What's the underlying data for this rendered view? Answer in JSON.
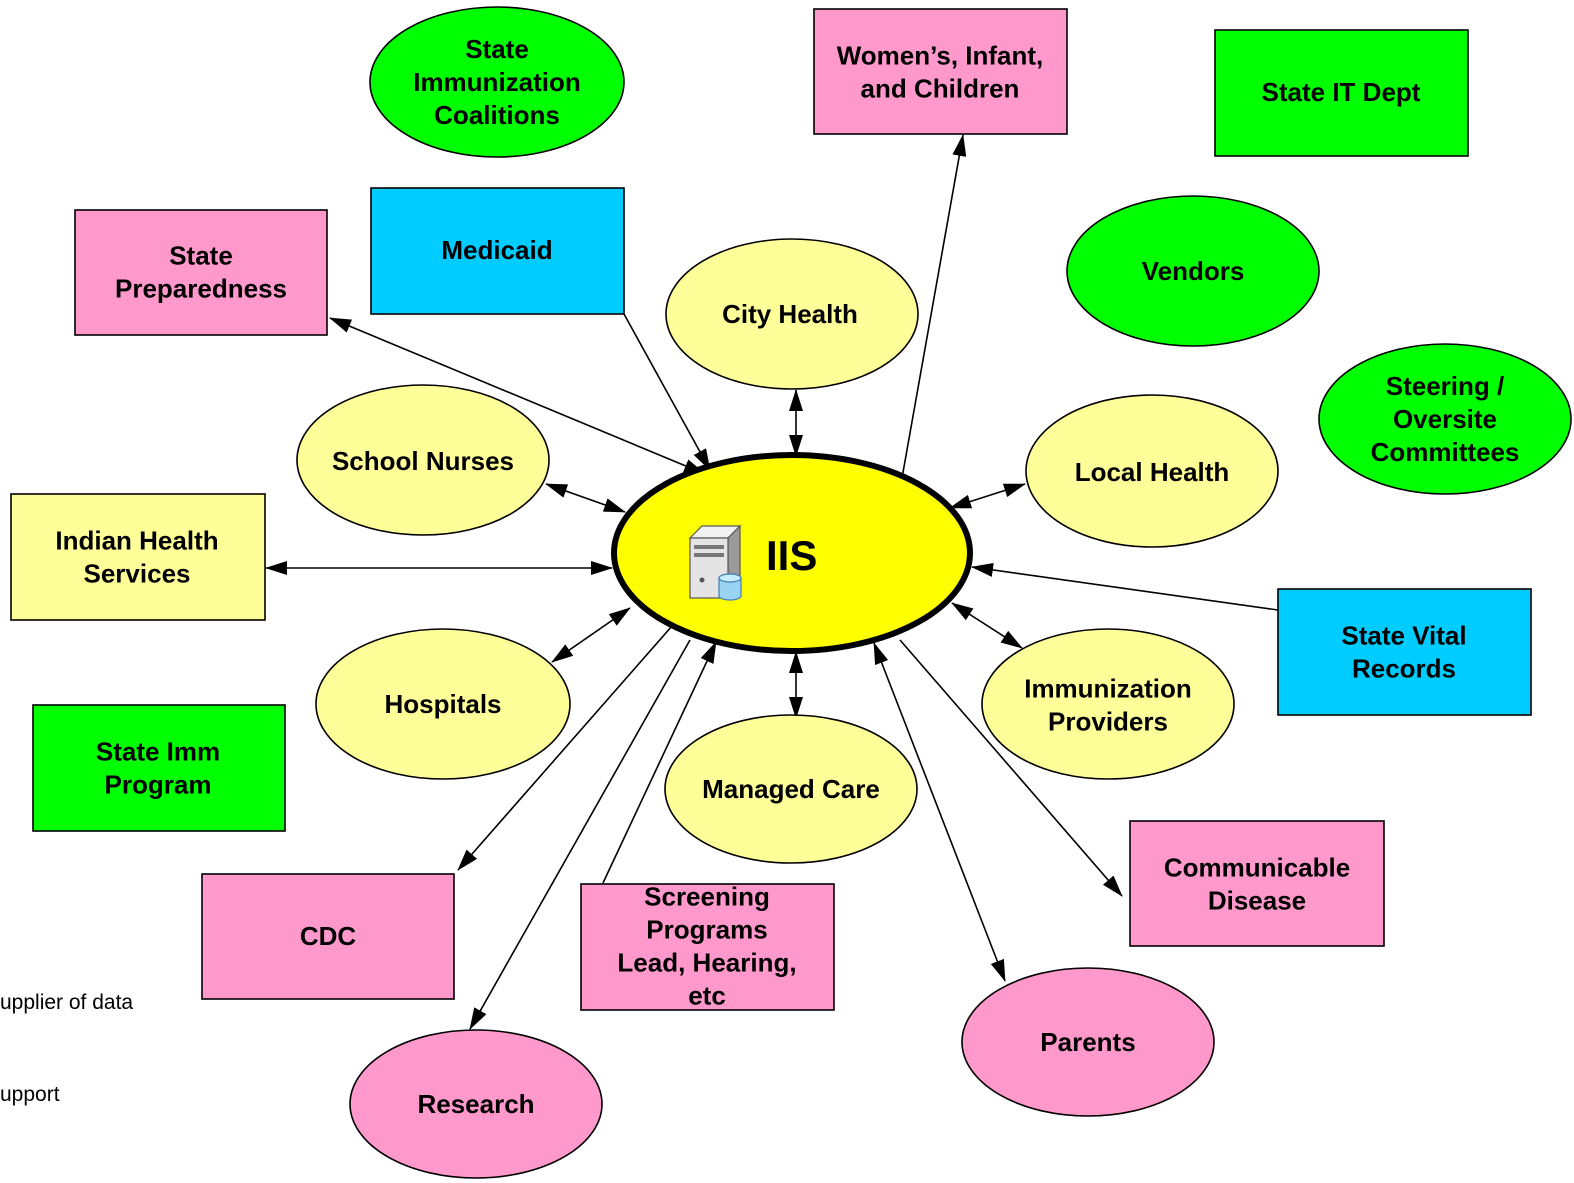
{
  "colors": {
    "pink": "#ff99cc",
    "blue": "#00ccff",
    "green": "#00ff00",
    "pale_yellow": "#ffff99",
    "hub_yellow": "#ffff00",
    "line": "#000000"
  },
  "hub": {
    "label": "IIS",
    "icon": "server-database-icon"
  },
  "nodes": {
    "state_immunization_coalitions": {
      "lines": [
        "State",
        "Immunization",
        "Coalitions"
      ]
    },
    "wic": {
      "lines": [
        "Women’s, Infant,",
        "and Children"
      ]
    },
    "state_it_dept": {
      "lines": [
        "State IT Dept"
      ]
    },
    "state_preparedness": {
      "lines": [
        "State",
        "Preparedness"
      ]
    },
    "medicaid": {
      "lines": [
        "Medicaid"
      ]
    },
    "city_health": {
      "lines": [
        "City Health"
      ]
    },
    "vendors": {
      "lines": [
        "Vendors"
      ]
    },
    "steering": {
      "lines": [
        "Steering /",
        "Oversite",
        "Committees"
      ]
    },
    "school_nurses": {
      "lines": [
        "School Nurses"
      ]
    },
    "local_health": {
      "lines": [
        "Local Health"
      ]
    },
    "indian_health": {
      "lines": [
        "Indian Health",
        "Services"
      ]
    },
    "state_vital_records": {
      "lines": [
        "State Vital",
        "Records"
      ]
    },
    "hospitals": {
      "lines": [
        "Hospitals"
      ]
    },
    "immunization_providers": {
      "lines": [
        "Immunization",
        "Providers"
      ]
    },
    "state_imm_program": {
      "lines": [
        "State Imm",
        "Program"
      ]
    },
    "managed_care": {
      "lines": [
        "Managed Care"
      ]
    },
    "cdc": {
      "lines": [
        "CDC"
      ]
    },
    "screening_programs": {
      "lines": [
        "Screening",
        "Programs",
        "Lead, Hearing,",
        "etc"
      ]
    },
    "communicable_disease": {
      "lines": [
        "Communicable",
        "Disease"
      ]
    },
    "parents": {
      "lines": [
        "Parents"
      ]
    },
    "research": {
      "lines": [
        "Research"
      ]
    }
  },
  "legend": {
    "supplier_text": "upplier of data",
    "support_text": "upport"
  }
}
